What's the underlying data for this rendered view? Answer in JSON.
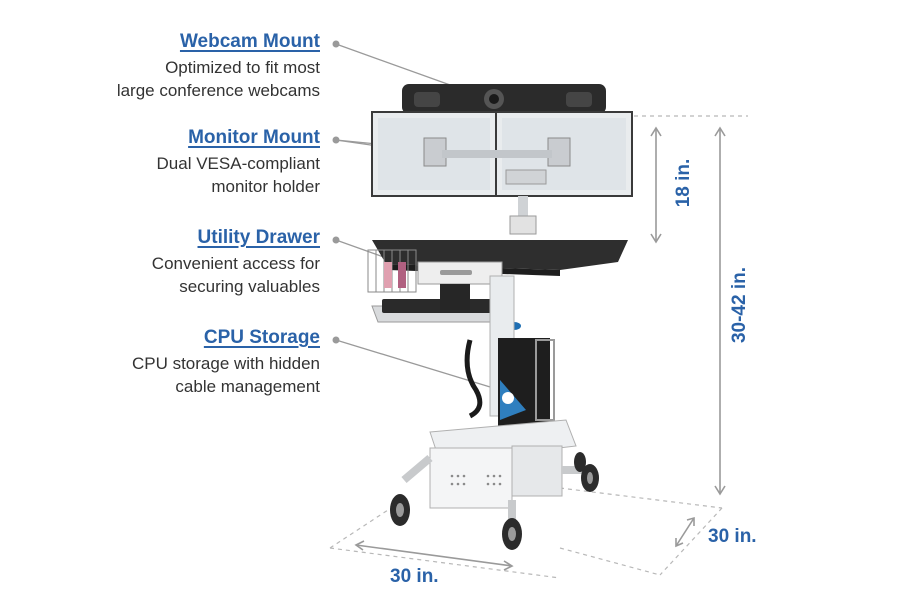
{
  "features": [
    {
      "title": "Webcam Mount",
      "desc_line1": "Optimized to fit most",
      "desc_line2": "large conference webcams"
    },
    {
      "title": "Monitor Mount",
      "desc_line1": "Dual VESA-compliant",
      "desc_line2": "monitor holder"
    },
    {
      "title": "Utility Drawer",
      "desc_line1": "Convenient access for",
      "desc_line2": "securing valuables"
    },
    {
      "title": "CPU Storage",
      "desc_line1": "CPU storage with hidden",
      "desc_line2": "cable management"
    }
  ],
  "dimensions": {
    "monitor_height": "18 in.",
    "overall_height": "30-42 in.",
    "depth": "30 in.",
    "width": "30 in."
  },
  "colors": {
    "accent": "#2a62a8",
    "text": "#333333",
    "leader": "#9a9a9a"
  }
}
